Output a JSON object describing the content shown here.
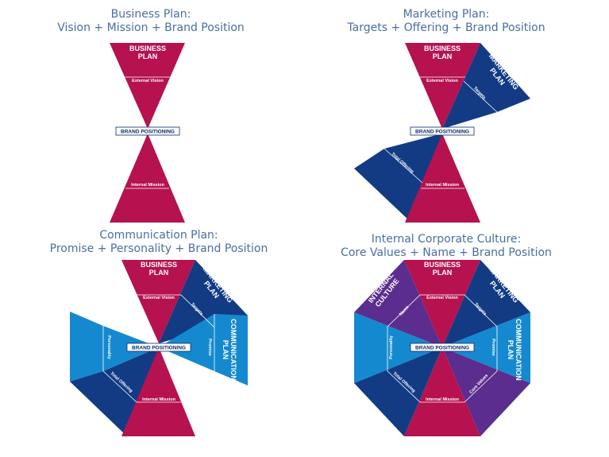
{
  "panels": [
    {
      "title_line1": "Business Plan:",
      "title_line2": "Vision + Mission + Brand Position"
    },
    {
      "title_line1": "Marketing Plan:",
      "title_line2": "Targets + Offering + Brand Position"
    },
    {
      "title_line1": "Communication Plan:",
      "title_line2": "Promise + Personality + Brand Position"
    },
    {
      "title_line1": "Internal Corporate Culture:",
      "title_line2": "Core Values + Name + Brand Position"
    }
  ],
  "labels": {
    "business_plan_1": "BUSINESS",
    "business_plan_2": "PLAN",
    "marketing_plan_1": "MARKETING",
    "marketing_plan_2": "PLAN",
    "communication_plan_1": "COMMUNICATION",
    "communication_plan_2": "PLAN",
    "internal_culture_1": "INTERNAL",
    "internal_culture_2": "CULTURE",
    "external_vision": "External Vision",
    "internal_mission": "Internal Mission",
    "targets": "Targets",
    "total_offering": "Total Offering",
    "promise": "Promise",
    "personality": "Personality",
    "name": "Name",
    "core_values": "Core Values",
    "brand_positioning": "BRAND POSITIONING"
  },
  "colors": {
    "business": "#b5124f",
    "marketing": "#123b84",
    "communication": "#1589cf",
    "culture": "#5b2d8e",
    "text": "#4a6ea3"
  }
}
